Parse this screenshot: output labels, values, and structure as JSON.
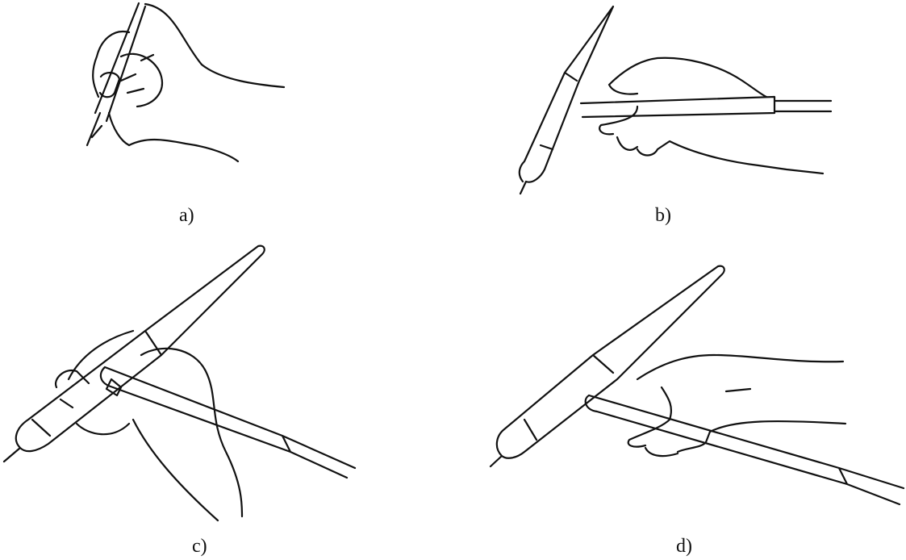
{
  "panels": [
    {
      "label": "a)"
    },
    {
      "label": "b)"
    },
    {
      "label": "c)"
    },
    {
      "label": "d)"
    }
  ],
  "colors": {
    "ink": "#111111",
    "background": "#ffffff"
  }
}
